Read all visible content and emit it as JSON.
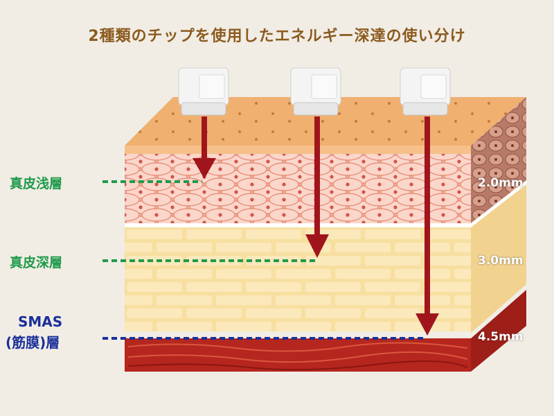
{
  "title": "2種類のチップを使用したエネルギー深達の使い分け",
  "layers": {
    "upper_dermis": "真皮浅層",
    "deep_dermis": "真皮深層",
    "smas_line1": "SMAS",
    "smas_line2": "(筋膜)層"
  },
  "depths": [
    "2.0mm",
    "3.0mm",
    "4.5mm"
  ],
  "colors": {
    "label_green": "#1f9a4a",
    "label_blue": "#1a2f9a",
    "arrow": "#a0151c",
    "title": "#8b5a1e"
  }
}
